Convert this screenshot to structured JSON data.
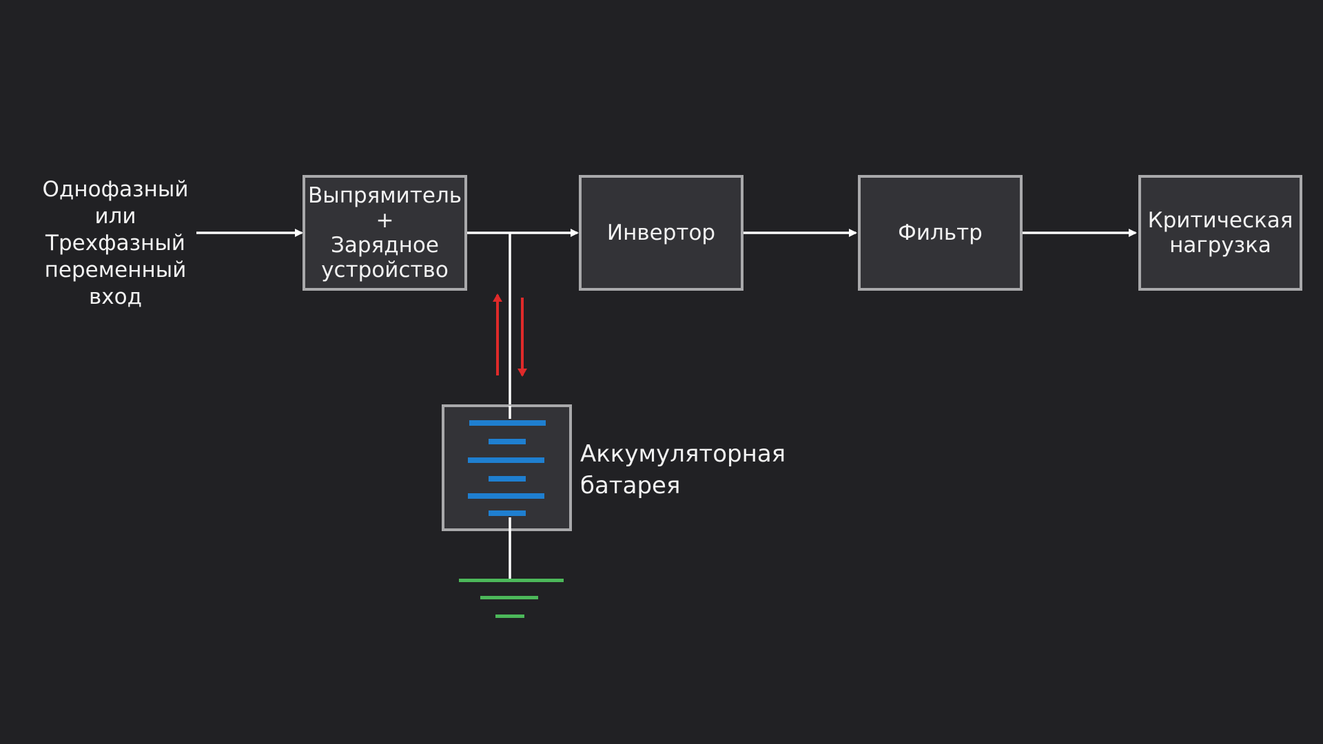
{
  "colors": {
    "background": "#212124",
    "box_fill": "#333337",
    "box_border": "#a9a9ab",
    "wire": "#ffffff",
    "current_arrow": "#e02a2a",
    "battery_plate": "#1f7fd0",
    "ground": "#4cb85a"
  },
  "input": {
    "label": "Однофазный\nили\nТрехфазный\nпеременный\nвход"
  },
  "blocks": {
    "rectifier": {
      "label": "Выпрямитель\n+\nЗарядное\nустройство"
    },
    "inverter": {
      "label": "Инвертор"
    },
    "filter": {
      "label": "Фильтр"
    },
    "load": {
      "label": "Критическая\nнагрузка"
    }
  },
  "battery": {
    "label": "Аккумуляторная\nбатарея",
    "icon": "battery-cells-icon"
  },
  "ground": {
    "icon": "ground-symbol-icon"
  },
  "current_arrows": {
    "charge_direction": "up",
    "discharge_direction": "down"
  }
}
